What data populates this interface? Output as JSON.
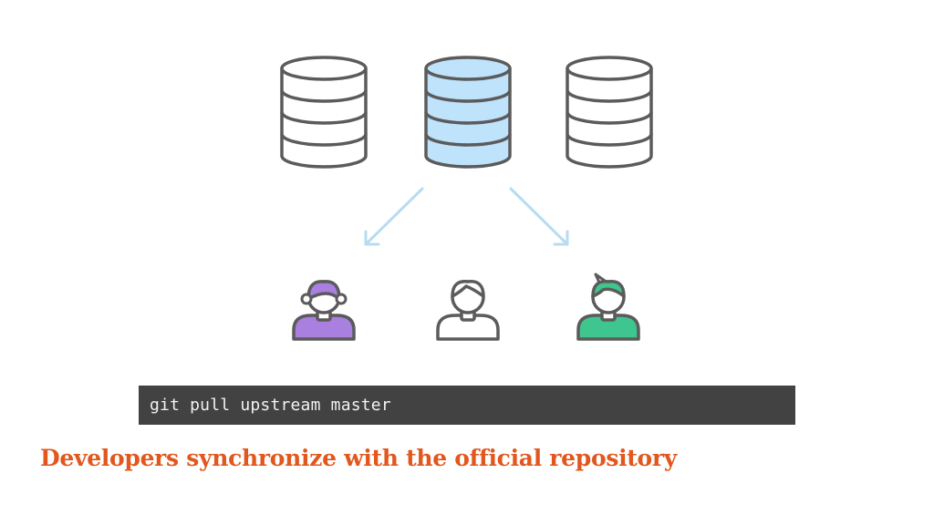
{
  "command": {
    "text": "git pull upstream master",
    "background": "#424242",
    "color": "#f2f2f2"
  },
  "caption": {
    "text": "Developers synchronize with the official repository",
    "color": "#e2571e"
  },
  "diagram": {
    "repositories": [
      {
        "role": "developer-repository",
        "highlighted": false,
        "fill": "#ffffff"
      },
      {
        "role": "official-repository",
        "highlighted": true,
        "fill": "#bfe3fb"
      },
      {
        "role": "developer-repository",
        "highlighted": false,
        "fill": "#ffffff"
      }
    ],
    "arrows": [
      {
        "from": "official-repository",
        "to": "developer-left"
      },
      {
        "from": "official-repository",
        "to": "developer-right"
      }
    ],
    "arrow_color": "#b7dcf1",
    "stroke_color": "#5b5b5b",
    "developers": [
      {
        "icon": "developer-female-icon",
        "shirt": "#a97fe0",
        "hair": "#a97fe0"
      },
      {
        "icon": "developer-neutral-icon",
        "shirt": "#ffffff",
        "hair": "#ffffff"
      },
      {
        "icon": "developer-male-icon",
        "shirt": "#3fc68f",
        "hair": "#3fc68f"
      }
    ]
  }
}
